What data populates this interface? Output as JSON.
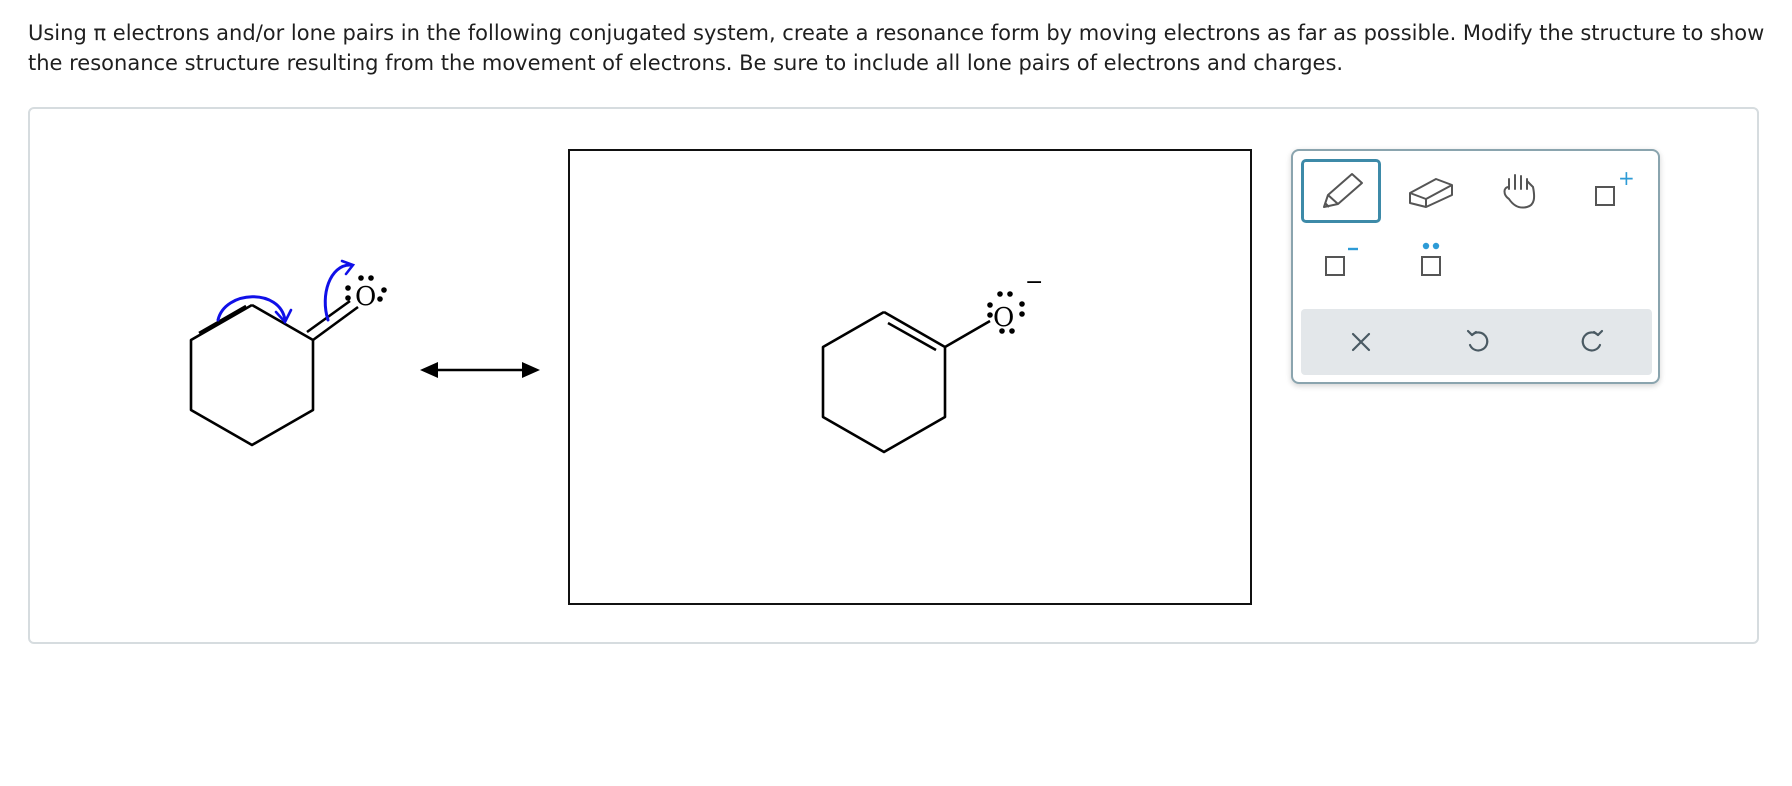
{
  "question": {
    "prompt": "Using π electrons and/or lone pairs in the following conjugated system, create a resonance form by moving electrons as far as possible. Modify the structure to show the resonance structure resulting from the movement of electrons. Be sure to include all lone pairs of electrons and charges."
  },
  "given_structure": {
    "atom_label": "O",
    "arrow_color": "#1010e8"
  },
  "answer_canvas": {
    "atom_label": "O",
    "charge": "−"
  },
  "toolbar": {
    "tools": [
      {
        "name": "pencil-tool",
        "icon": "pencil-icon",
        "active": true
      },
      {
        "name": "eraser-tool",
        "icon": "eraser-icon",
        "active": false
      },
      {
        "name": "hand-tool",
        "icon": "hand-icon",
        "active": false
      },
      {
        "name": "positive-charge-tool",
        "icon": "positive-charge-icon",
        "label": "+",
        "active": false
      },
      {
        "name": "negative-charge-tool",
        "icon": "negative-charge-icon",
        "label": "−",
        "active": false
      },
      {
        "name": "lone-pair-tool",
        "icon": "lone-pair-icon",
        "active": false
      }
    ],
    "actions": [
      {
        "name": "clear-button",
        "icon": "close-icon"
      },
      {
        "name": "undo-button",
        "icon": "undo-icon"
      },
      {
        "name": "redo-button",
        "icon": "redo-icon"
      }
    ],
    "accent_color": "#3d8aa8",
    "plus_color": "#2d9bd6"
  }
}
